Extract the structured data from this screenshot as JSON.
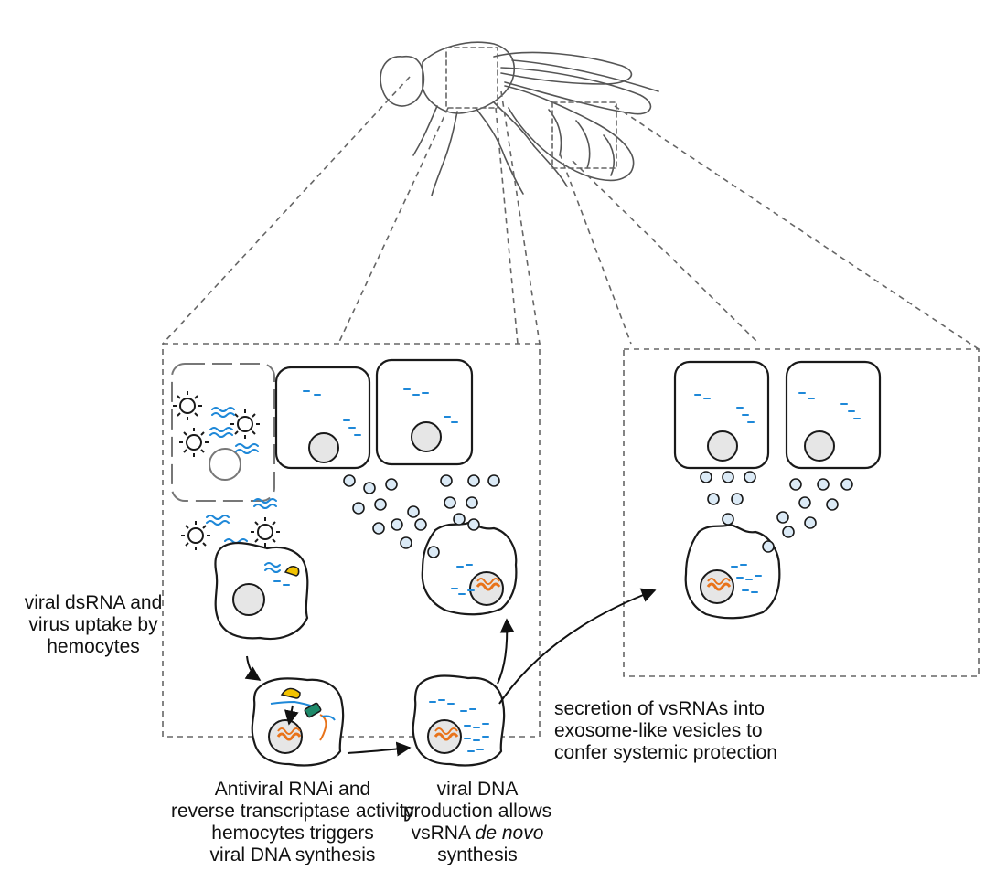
{
  "colors": {
    "outline": "#1a1a1a",
    "fly": "#555555",
    "dashed": "#666666",
    "nucleus_fill": "#e6e6e6",
    "rna": "#1e88d8",
    "dna": "#e8731a",
    "yellow": "#f2c200",
    "green": "#1e8a6a",
    "vesicle_fill": "#dbeaf6"
  },
  "icons": [
    "fly-drawing",
    "virus-icon",
    "dsrna-icon",
    "vesicle-icon",
    "nucleus-icon",
    "arrow-icon"
  ],
  "labels": {
    "uptake": [
      "viral dsRNA and",
      "virus uptake by",
      "hemocytes"
    ],
    "rnai": [
      "Antiviral RNAi and",
      "reverse transcriptase activity",
      "hemocytes triggers",
      "viral DNA synthesis"
    ],
    "dna_line1": "viral DNA",
    "dna_line2": "production allows",
    "dna_line3_pre": "vsRNA ",
    "dna_line3_ital": "de novo",
    "dna_line4": "synthesis",
    "secretion": [
      "secretion of vsRNAs into",
      "exosome-like vesicles to",
      "confer systemic protection"
    ]
  }
}
